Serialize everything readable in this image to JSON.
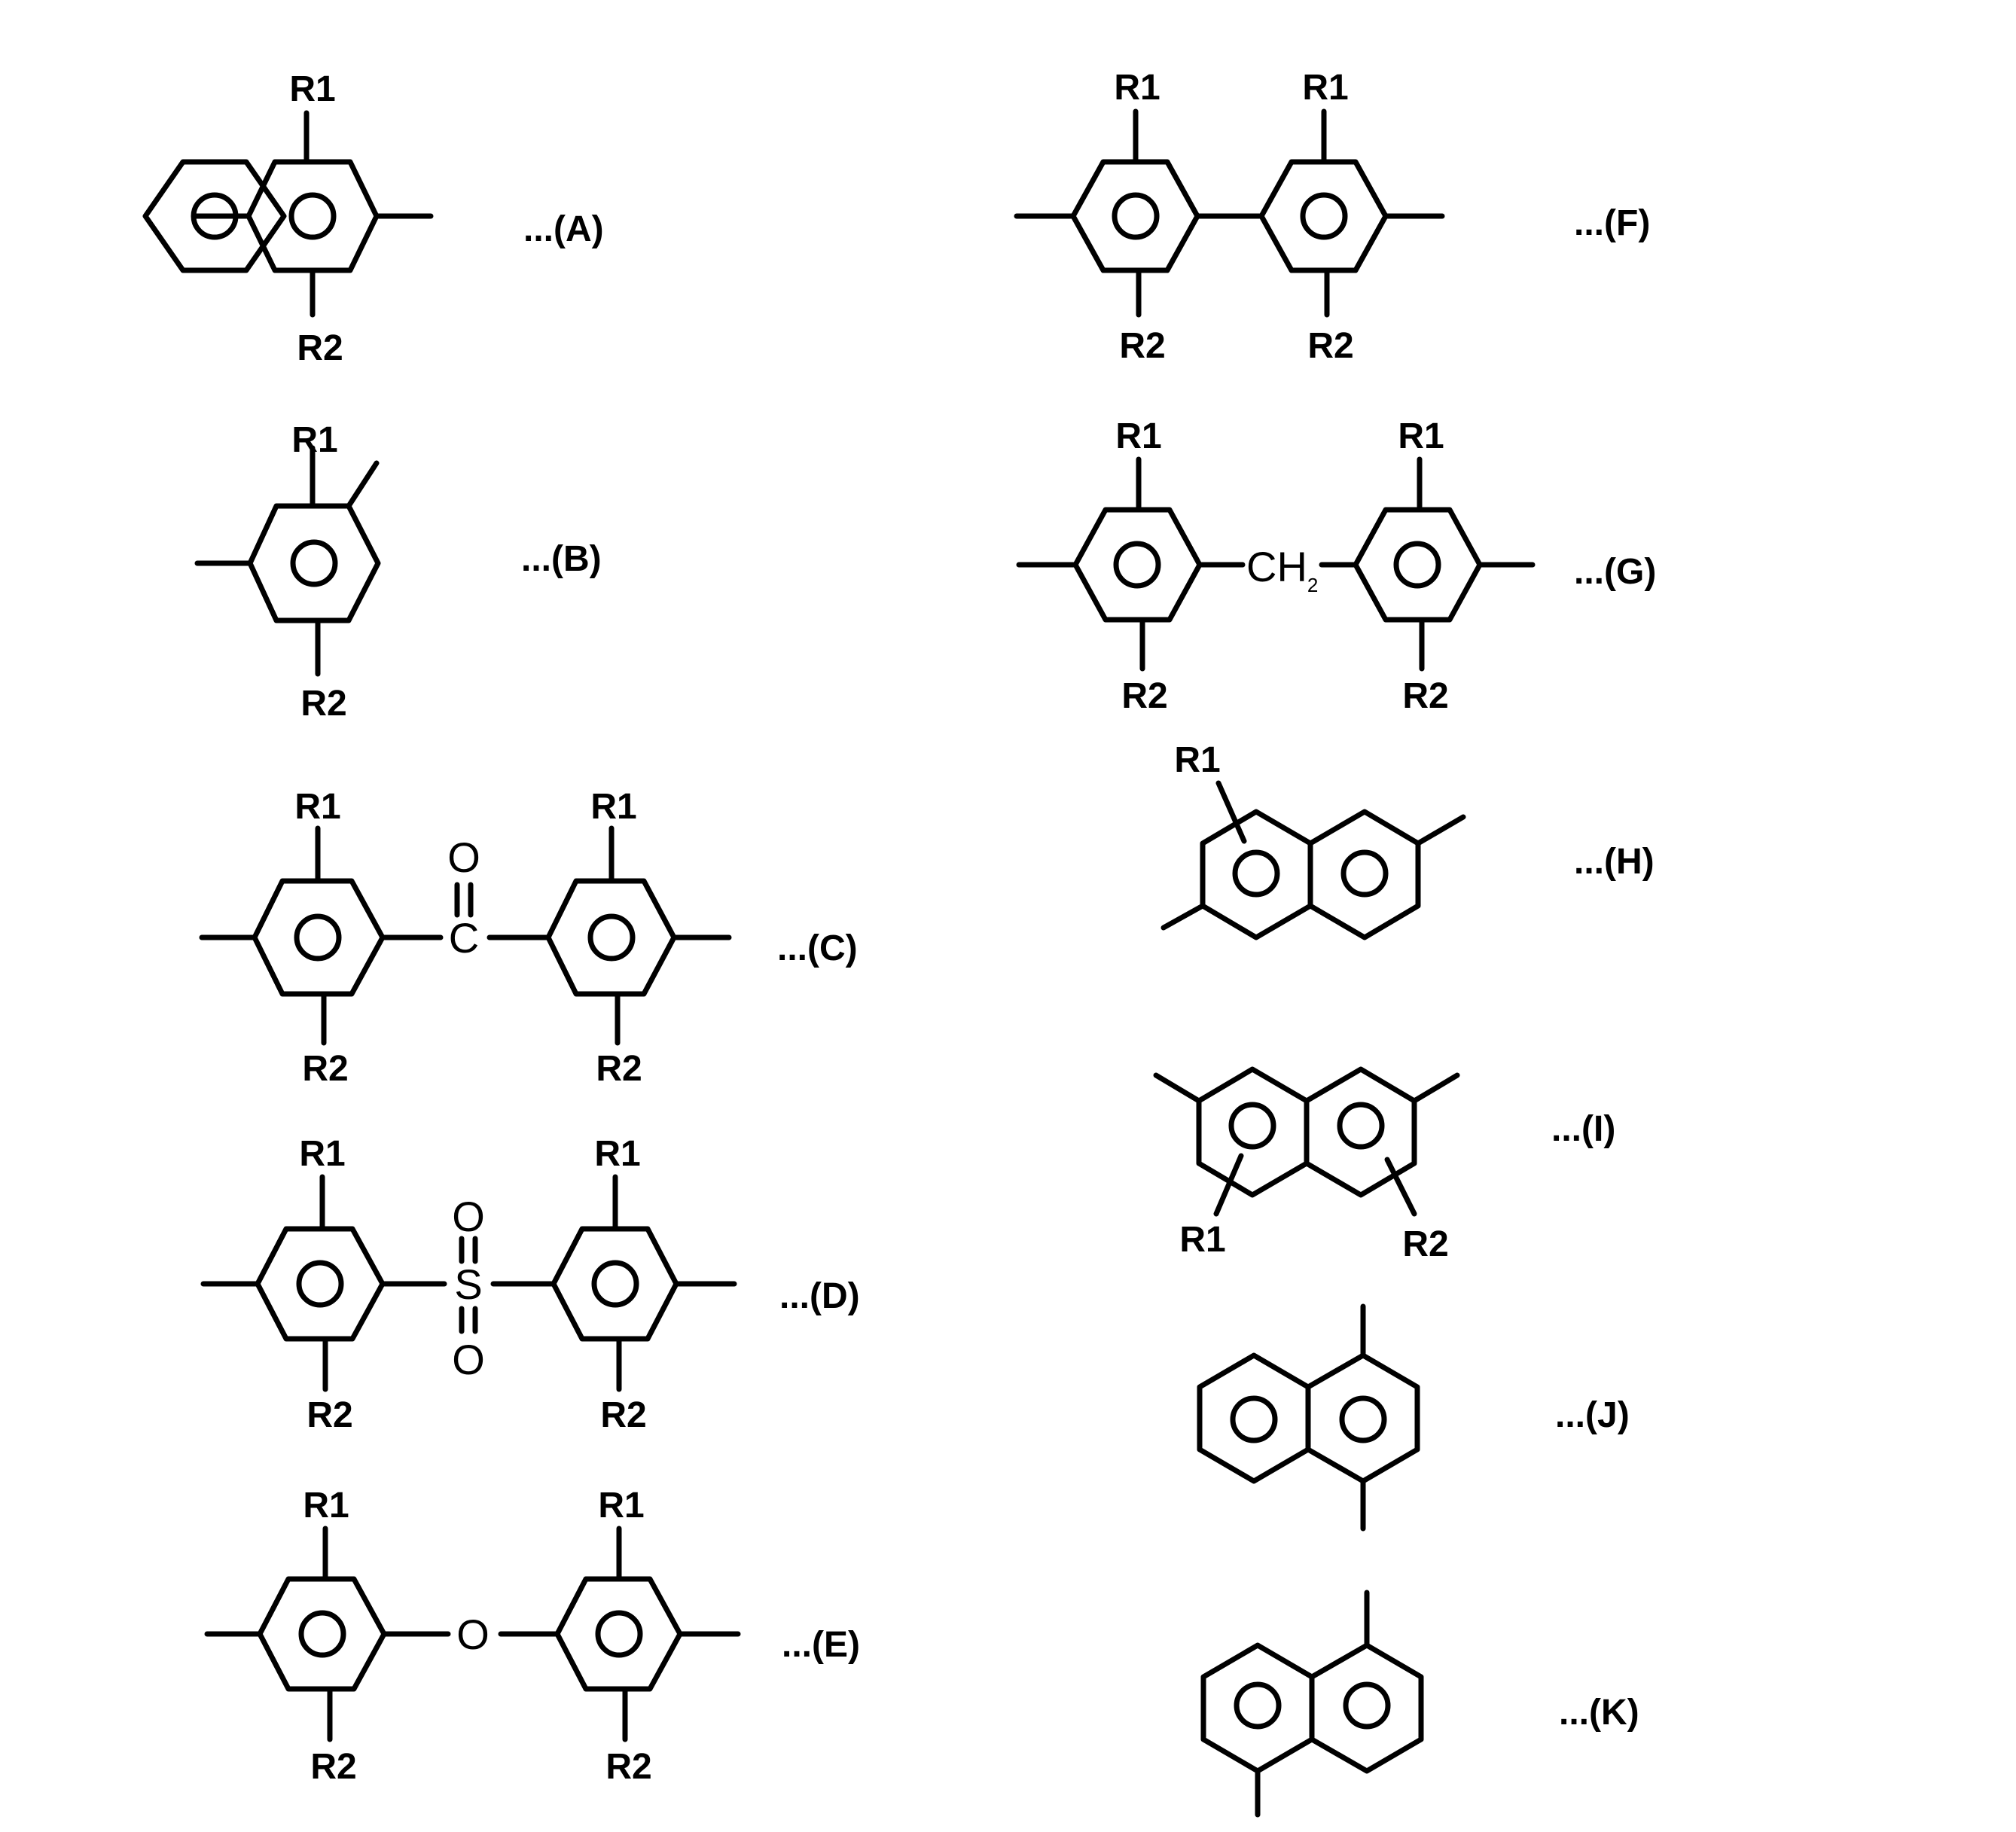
{
  "structures": [
    {
      "tag": "...(A)",
      "R1": "R1",
      "R2": "R2"
    },
    {
      "tag": "...(B)",
      "R1": "R1",
      "R2": "R2"
    },
    {
      "tag": "...(C)",
      "R1a": "R1",
      "R2a": "R2",
      "R1b": "R1",
      "R2b": "R2",
      "carbonyl_O": "O",
      "carbonyl_C": "C"
    },
    {
      "tag": "...(D)",
      "R1a": "R1",
      "R2a": "R2",
      "R1b": "R1",
      "R2b": "R2",
      "O_top": "O",
      "S": "S",
      "O_bottom": "O"
    },
    {
      "tag": "...(E)",
      "R1a": "R1",
      "R2a": "R2",
      "R1b": "R1",
      "R2b": "R2",
      "O": "O"
    },
    {
      "tag": "...(F)",
      "R1a": "R1",
      "R2a": "R2",
      "R1b": "R1",
      "R2b": "R2"
    },
    {
      "tag": "...(G)",
      "R1a": "R1",
      "R2a": "R2",
      "R1b": "R1",
      "R2b": "R2",
      "CH": "CH",
      "CH_subscript": "2"
    },
    {
      "tag": "...(H)",
      "R1": "R1"
    },
    {
      "tag": "...(I)",
      "R1": "R1",
      "R2": "R2"
    },
    {
      "tag": "...(J)"
    },
    {
      "tag": "...(K)"
    }
  ]
}
